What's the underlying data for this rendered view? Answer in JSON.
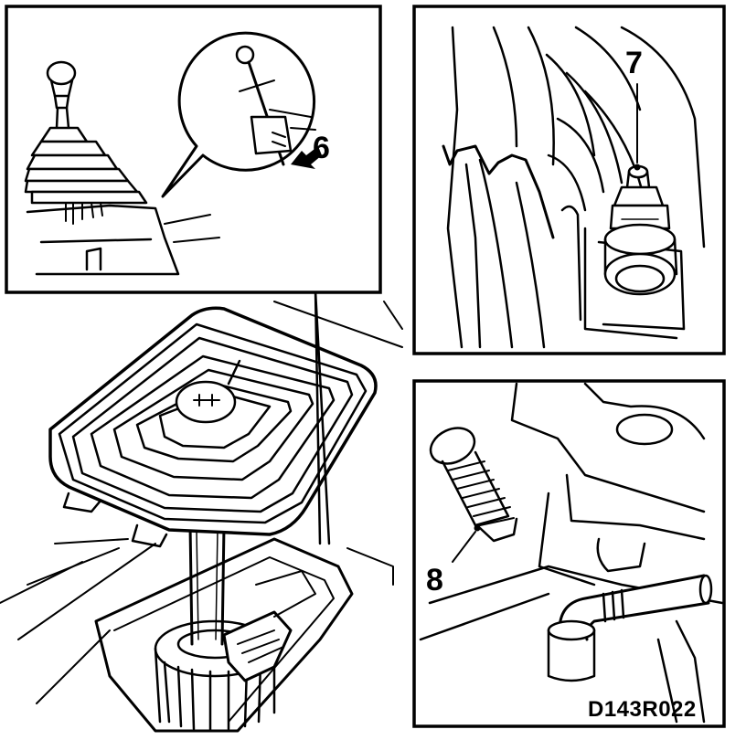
{
  "callouts": {
    "six": "6",
    "seven": "7",
    "eight": "8"
  },
  "figure_code": "D143R022",
  "colors": {
    "ink": "#000000",
    "paper": "#ffffff",
    "shade": "#bdbdbd"
  }
}
